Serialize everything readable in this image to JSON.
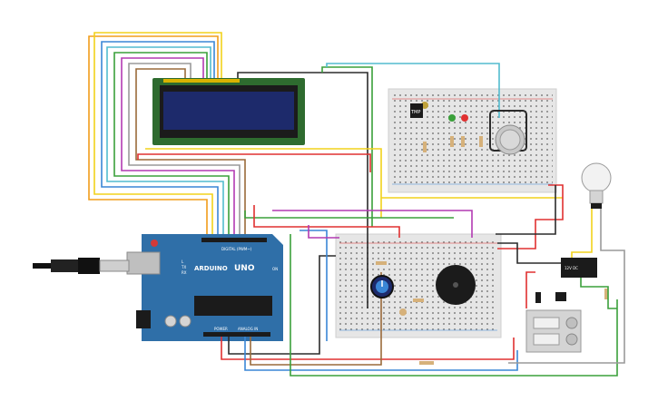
{
  "arduino": {
    "brand": "ARDUINO",
    "model": "UNO",
    "digital_label": "DIGITAL (PWM~)",
    "power_label": "POWER",
    "analog_label": "ANALOG IN",
    "tx_label": "TX",
    "rx_label": "RX",
    "l_label": "L",
    "on_label": "ON"
  },
  "components": {
    "sensor_label": "TMP",
    "relay_label": "12V DC"
  },
  "colors": {
    "board": "#2f6fa8",
    "breadboard": "#e6e6e6",
    "lcd_frame": "#2e6b2f",
    "lcd_screen": "#1d2a6b",
    "wire_red": "#e03030",
    "wire_black": "#2b2b2b",
    "wire_orange": "#f29d1b",
    "wire_yellow": "#f2d21b",
    "wire_green": "#3aa03a",
    "wire_blue": "#3a86d6",
    "wire_cyan": "#52bccf",
    "wire_purple": "#b23ab2",
    "wire_brown": "#9a6a3a",
    "wire_grey": "#9a9a9a"
  }
}
